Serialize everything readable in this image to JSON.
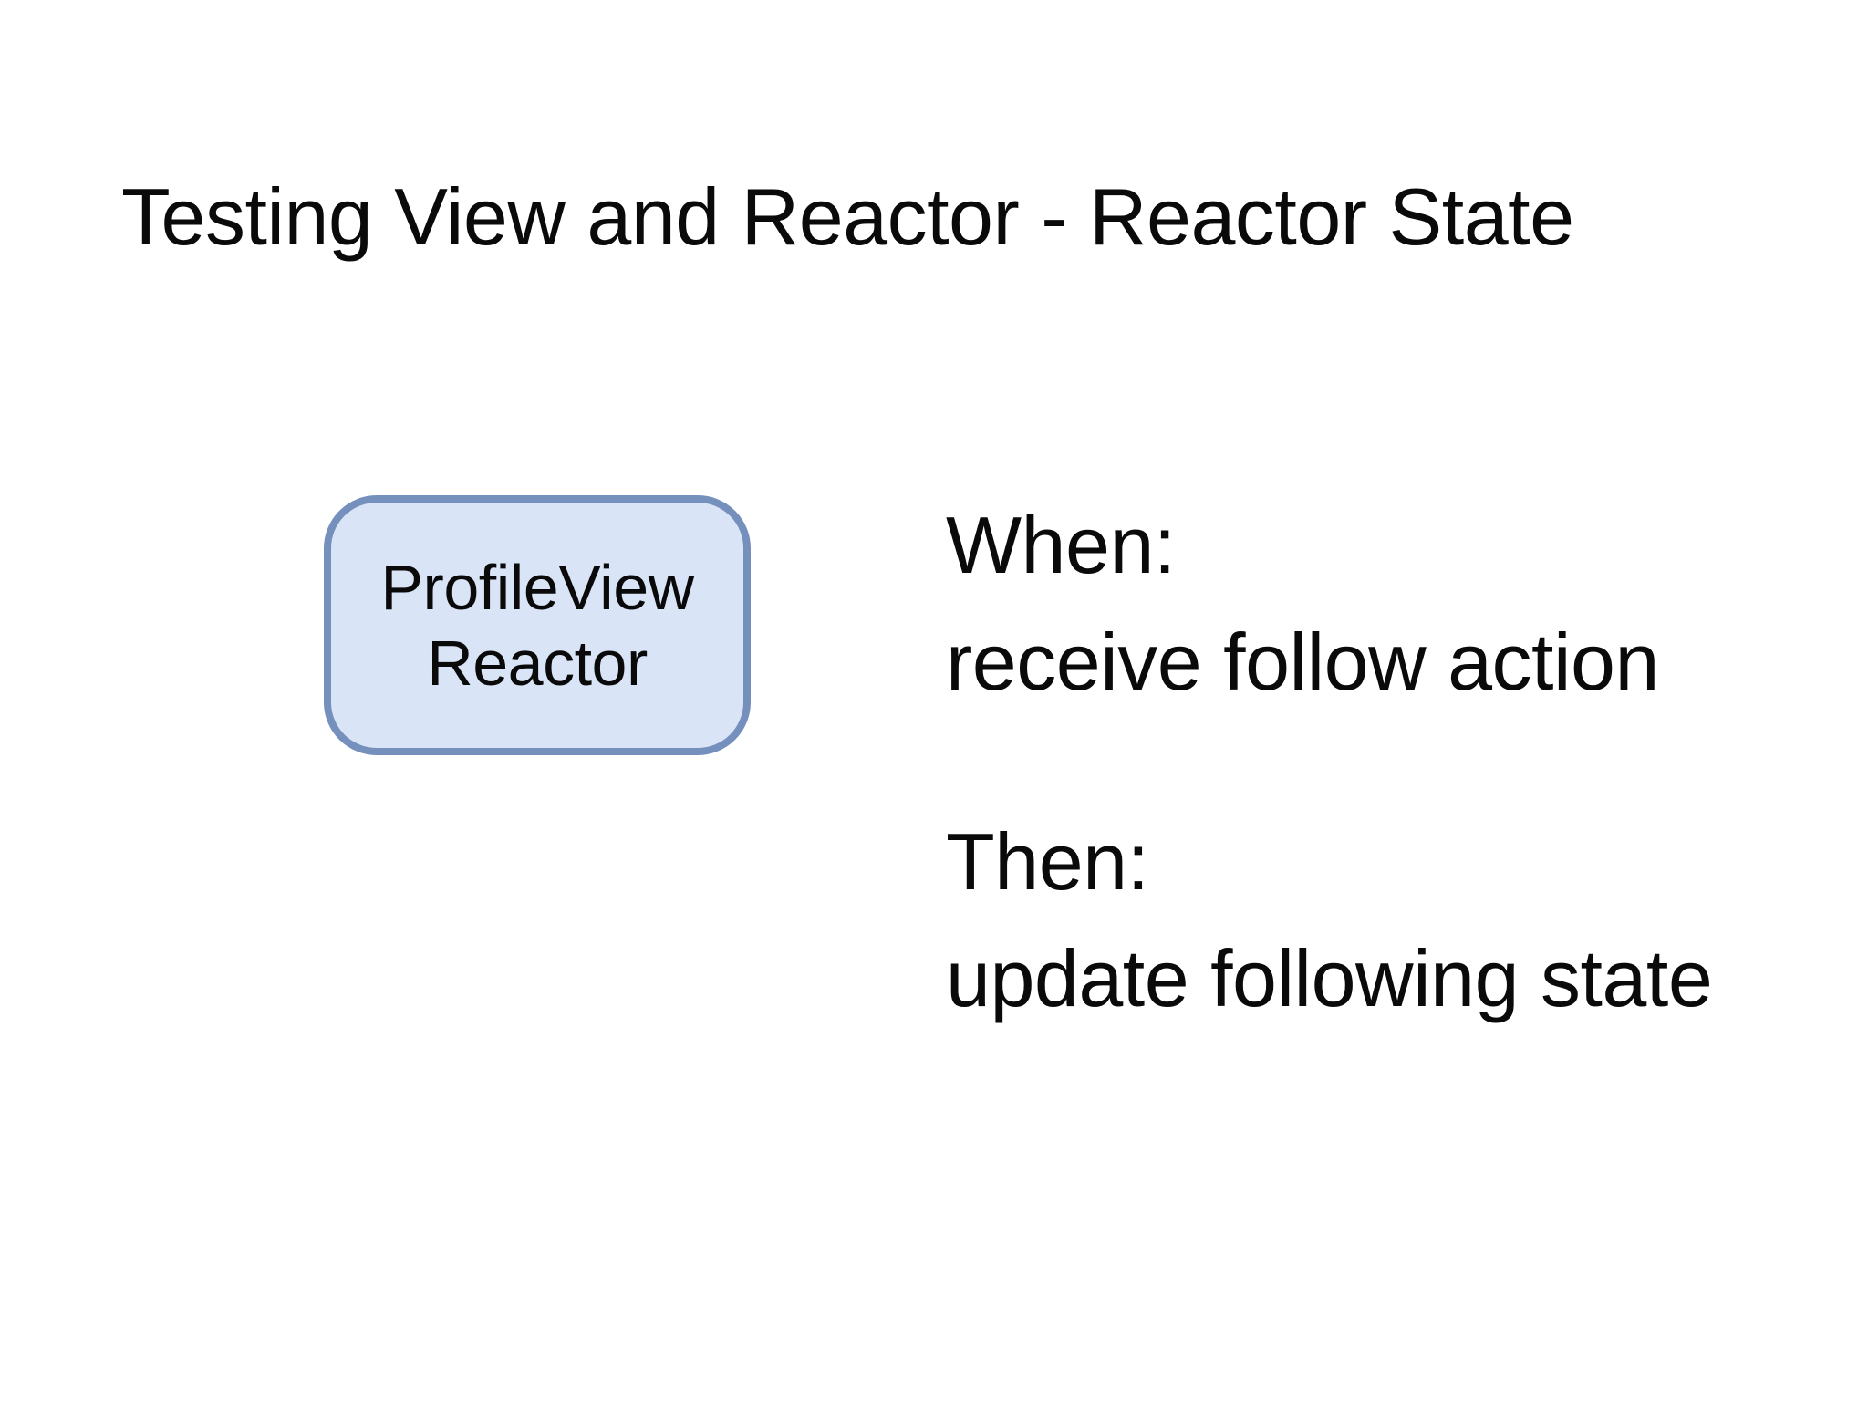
{
  "slide": {
    "title": "Testing View and Reactor - Reactor State",
    "node": {
      "label_line1": "ProfileView",
      "label_line2": "Reactor"
    },
    "when_block": {
      "heading": "When:",
      "body": "receive follow action"
    },
    "then_block": {
      "heading": "Then:",
      "body": "update following state"
    },
    "colors": {
      "background": "#ffffff",
      "text": "#0a0a0a",
      "node_fill": "#d9e4f7",
      "node_border": "#7590bd"
    }
  }
}
